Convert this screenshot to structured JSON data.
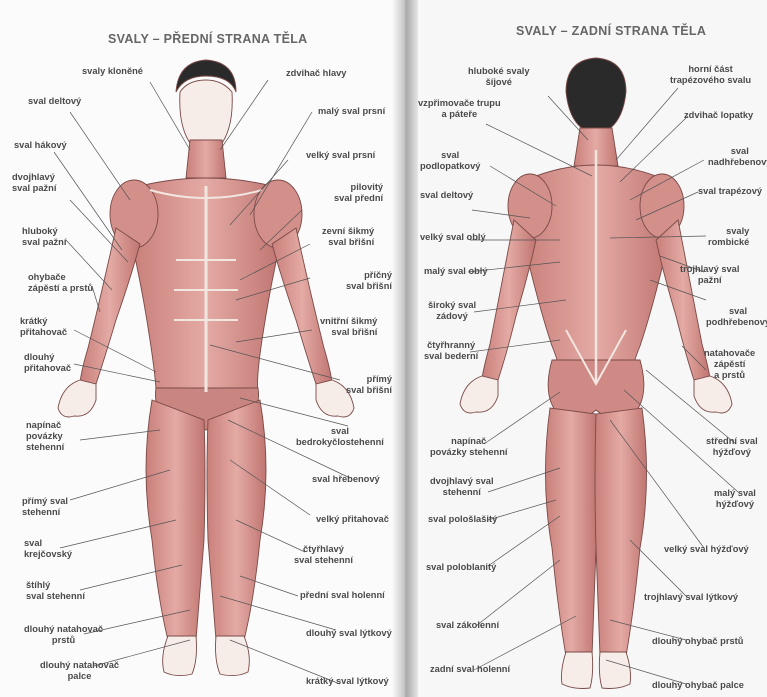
{
  "titles": {
    "front": "SVALY – PŘEDNÍ STRANA TĚLA",
    "back": "SVALY – ZADNÍ STRANA TĚLA"
  },
  "front_labels": {
    "svaly_klonene": "svaly kloněné",
    "zdvihac_hlavy": "zdvihač hlavy",
    "sval_deltovy": "sval deltový",
    "maly_sval_prsni": "malý sval prsní",
    "sval_hakovy": "sval hákový",
    "velky_sval_prsni": "velký sval prsní",
    "dvojhlavy_sval_pazni": "dvojhlavý\nsval pažní",
    "pilovity_sval_predni": "pilovitý\nsval přední",
    "hluboky_sval_pazni": "hluboký\nsval pažní",
    "zevni_sikmy_sval_bristi": "zevní šikmý\nsval břišní",
    "ohybace_zapesti": "ohybače\nzápěstí a prstů",
    "pricny_sval_bristi": "příčný\nsval břišní",
    "kratky_pritahovac": "krátký\npřitahovač",
    "vnitrni_sikmy_sval_bristi": "vnitřní šikmý\nsval břišní",
    "dlouhy_pritahovac": "dlouhý\npřitahovač",
    "primy_sval_bristi": "přímý\nsval břišní",
    "sval_bedrokyclostehenni": "sval\nbedrokyčlostehenní",
    "napinac_povazky_stehenni": "napínač\npovázky\nstehenní",
    "sval_hrebenovy": "sval hřebenový",
    "primy_sval_stehenni": "přímý sval\nstehenní",
    "velky_pritahovac": "velký přitahovač",
    "sval_krejcovsky": "sval\nkrejčovský",
    "ctyrhlavy_sval_stehenni": "čtyřhlavý\nsval stehenní",
    "stihly_sval_stehenni": "štíhlý\nsval stehenní",
    "predni_sval_holenni": "přední sval holenní",
    "dlouhy_natahovac_prstu": "dlouhý natahovač\nprstů",
    "dlouhy_sval_lytkovy": "dlouhý sval lýtkový",
    "dlouhy_natahovac_palce": "dlouhý natahovač\npalce",
    "kratky_sval_lytkovy": "krátký sval lýtkový"
  },
  "back_labels": {
    "hluboke_svaly_sijove": "hluboké svaly\nšíjové",
    "horni_cast_trapezoveho": "horní část\ntrapézového svalu",
    "vzprimovace_trupu": "vzpřimovače trupu\na páteře",
    "zdvihac_lopatky": "zdvihač lopatky",
    "sval_podlopatkovy": "sval\npodlopatkový",
    "sval_nadhrebenovy": "sval\nnadhřebenový",
    "sval_trapezovy": "sval trapézový",
    "sval_deltovy": "sval deltový",
    "velky_sval_obly": "velký sval oblý",
    "svaly_rombicke": "svaly\nrombické",
    "maly_sval_obly": "malý sval oblý",
    "trojhlavy_sval_pazni": "trojhlavý sval\npažní",
    "siroky_sval_zadovy": "široký sval\nzádový",
    "sval_podhrebenovy": "sval\npodhřebenový",
    "ctyrhranny_sval_bederni": "čtyřhranný\nsval bederní",
    "natahovace_zapesti": "natahovače\nzápěstí\na prstů",
    "napinac_povazky_stehenni": "napínač\npovázky stehenní",
    "stredni_sval_hyzdovy": "střední sval\nhýžďový",
    "dvojhlavy_sval_stehenni": "dvojhlavý sval\nstehenní",
    "maly_sval_hyzdovy": "malý sval\nhýžďový",
    "sval_pololasity": "sval pološlašitý",
    "velky_sval_hyzdovy": "velký sval hýžďový",
    "sval_poloblanity": "sval poloblanitý",
    "trojhlavy_sval_lytkovy": "trojhlavý sval lýtkový",
    "sval_zakolenni": "sval zákolenní",
    "dlouhy_ohybac_prstu": "dlouhý ohybač prstů",
    "zadni_sval_holenni": "zadní sval holenní",
    "dlouhy_ohybac_palce": "dlouhý ohybač palce"
  },
  "colors": {
    "muscle": "#d99a95",
    "muscle_dark": "#b86f6b",
    "tendon": "#f2e6e0",
    "skin": "#f6ece8",
    "hair": "#2a2a2a",
    "leader_line": "#555555",
    "label_text": "#4a4a4a"
  }
}
